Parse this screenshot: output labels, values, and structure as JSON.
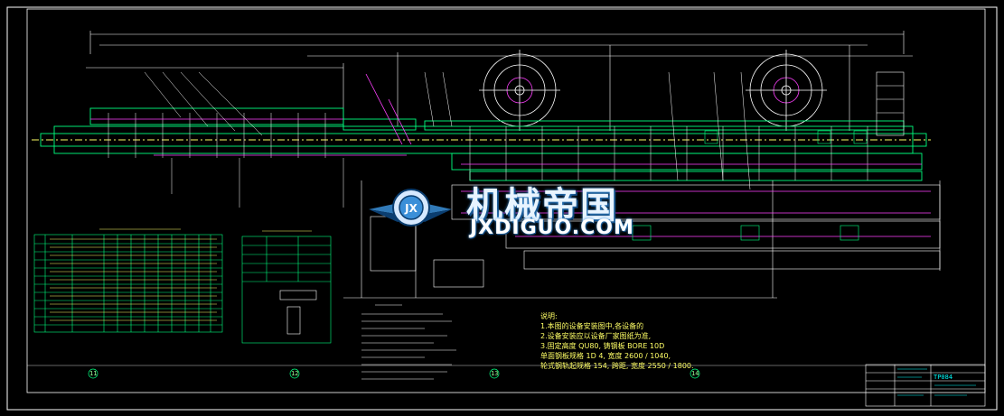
{
  "watermark": {
    "name_cn": "机械帝国",
    "name_en": "JXDIGUO.COM",
    "badge_letters": "JX",
    "colors": {
      "primary": "#3a8fd8",
      "dark": "#0b3e70"
    }
  },
  "notes_right": {
    "title": "说明:",
    "lines": [
      "1.本图的设备安装图中,各设备的",
      "2.设备安装应以设备厂家图纸为准,",
      "3.固定高度 QU80, 铸钢板 BORE 10D",
      "单面钢板规格 1D 4, 宽度 2600 / 1040,",
      "轮式钢轨起规格 154, 跨距, 宽度 2550 / 1800."
    ]
  },
  "zone_labels": [
    "11",
    "12",
    "13",
    "14"
  ],
  "title_block": {
    "code": "TP084"
  },
  "colors": {
    "frame": "#ffffff",
    "main_lines": "#00ff7f",
    "magenta": "#ff40ff",
    "cyan": "#00ffff",
    "yellow": "#ffff66",
    "table": "#00ff7f"
  }
}
